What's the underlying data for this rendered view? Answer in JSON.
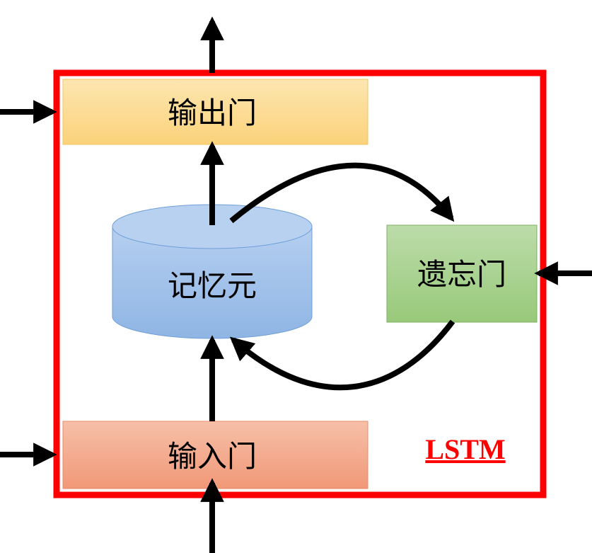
{
  "diagram": {
    "output_gate": {
      "label": "输出门"
    },
    "input_gate": {
      "label": "输入门"
    },
    "forget_gate": {
      "label": "遗忘门"
    },
    "memory_cell": {
      "label": "记忆元"
    },
    "title": "LSTM"
  },
  "colors": {
    "frame": "#ff0000",
    "title": "#ff0000",
    "output_gate_fill": "#fcd98a",
    "input_gate_fill": "#f3a68a",
    "forget_gate_fill": "#a6cf8b",
    "memory_cell_fill": "#9dbfe6",
    "arrow": "#000000"
  }
}
